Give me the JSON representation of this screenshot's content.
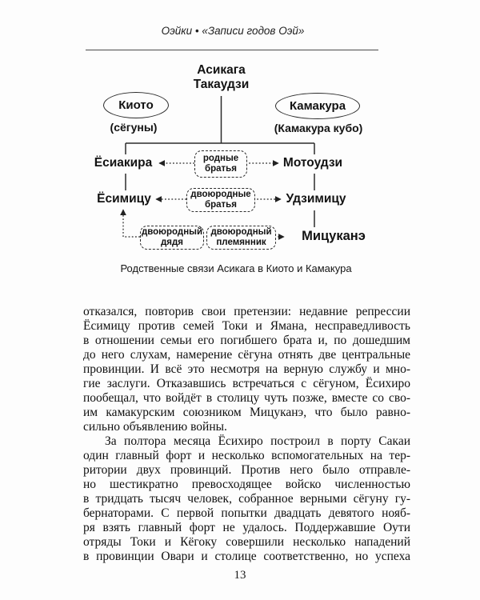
{
  "page": {
    "running_header": "Оэйки • «Записи годов Оэй»",
    "page_number": "13"
  },
  "diagram": {
    "root_name": {
      "line1": "Асикага",
      "line2": "Такаудзи"
    },
    "kyoto": {
      "oval_label": "Киото",
      "subtitle": "(сёгуны)"
    },
    "kamakura": {
      "oval_label": "Камакура",
      "subtitle": "(Камакура кубо)"
    },
    "generation1": {
      "kyoto": "Ёсиакира",
      "kamakura": "Мотоудзи",
      "relation": {
        "line1": "родные",
        "line2": "братья"
      }
    },
    "generation2": {
      "kyoto": "Ёсимицу",
      "kamakura": "Удзимицу",
      "relation": {
        "line1": "двоюродные",
        "line2": "братья"
      }
    },
    "generation3": {
      "kamakura": "Мицуканэ",
      "relation_left": {
        "line1": "двоюродный",
        "line2": "дядя"
      },
      "relation_right": {
        "line1": "двоюродный",
        "line2": "племянник"
      }
    },
    "caption": "Родственные связи Асикага в Киото и Камакура",
    "line_color": "#2b2b2b"
  },
  "body": {
    "paragraph1": [
      "отказался, повторив свои претензии: недавние репрессии",
      "Ёсимицу против семей Токи и Ямана, несправедливость",
      "в отношении семьи его погибшего брата и, по дошедшим",
      "до него слухам, намерение сёгуна отнять две центральные",
      "провинции. И всё это несмотря на верную службу и мно-",
      "гие заслуги. Отказавшись встречаться с сёгуном, Ёсихиро",
      "пообещал, что войдёт в столицу чуть позже, вместе со сво-",
      "им камакурским союзником Мицуканэ, что было равно-",
      "сильно объявлению войны."
    ],
    "paragraph2": [
      "За полтора месяца Ёсихиро построил в порту Сакаи",
      "один главный форт и несколько вспомогательных на тер-",
      "ритории двух провинций. Против него было отправле-",
      "но шестикратно превосходящее войско численностью",
      "в тридцать тысяч человек, собранное верными сёгуну гу-",
      "бернаторами. С первой попытки двадцать девятого нояб-",
      "ря взять главный форт не удалось. Поддержавшие Оути",
      "отряды Токи и Кёгоку совершили несколько нападений",
      "в провинции Овари и столице соответственно, но успеха"
    ]
  }
}
